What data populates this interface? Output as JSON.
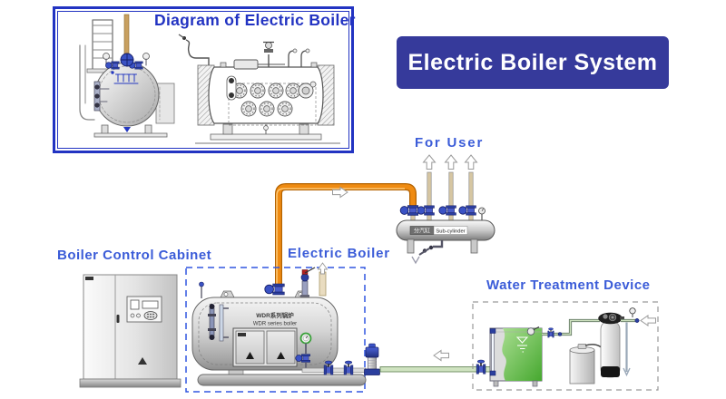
{
  "frame": {
    "title": "Diagram of Electric Boiler"
  },
  "banner": {
    "title": "Electric Boiler System"
  },
  "labels": {
    "for_user": "For User",
    "boiler_control_cabinet": "Boiler Control Cabinet",
    "electric_boiler": "Electric Boiler",
    "water_treatment_device": "Water Treatment Device"
  },
  "sub_cylinder": {
    "label_cn": "分汽缸",
    "label_en": "Sub-cylinder"
  },
  "boiler": {
    "model_line1": "WDR系列锅炉",
    "model_line2": "WDR series boiler"
  },
  "icons": {
    "flow_arrow_up": "hollow-up-arrow",
    "flow_arrow_right": "hollow-right-arrow",
    "flow_arrow_left": "hollow-left-arrow",
    "drain_arrow_down": "open-v-down-arrow"
  },
  "colors": {
    "banner_bg": "#363a9b",
    "banner_text": "#ffffff",
    "label_blue": "#3b5cd8",
    "frame_border_blue": "#2233c2",
    "dashed_box_blue": "#3056e0",
    "dashed_box_gray": "#9a9a9a",
    "steam_pipe_orange": "#ef8b12",
    "feedwater_pipe_green": "#cfe3c0",
    "tank_water_green": "#4fae37",
    "valve_blue": "#2b3f9e",
    "riser_pipe_tan": "#d6c6a2"
  }
}
